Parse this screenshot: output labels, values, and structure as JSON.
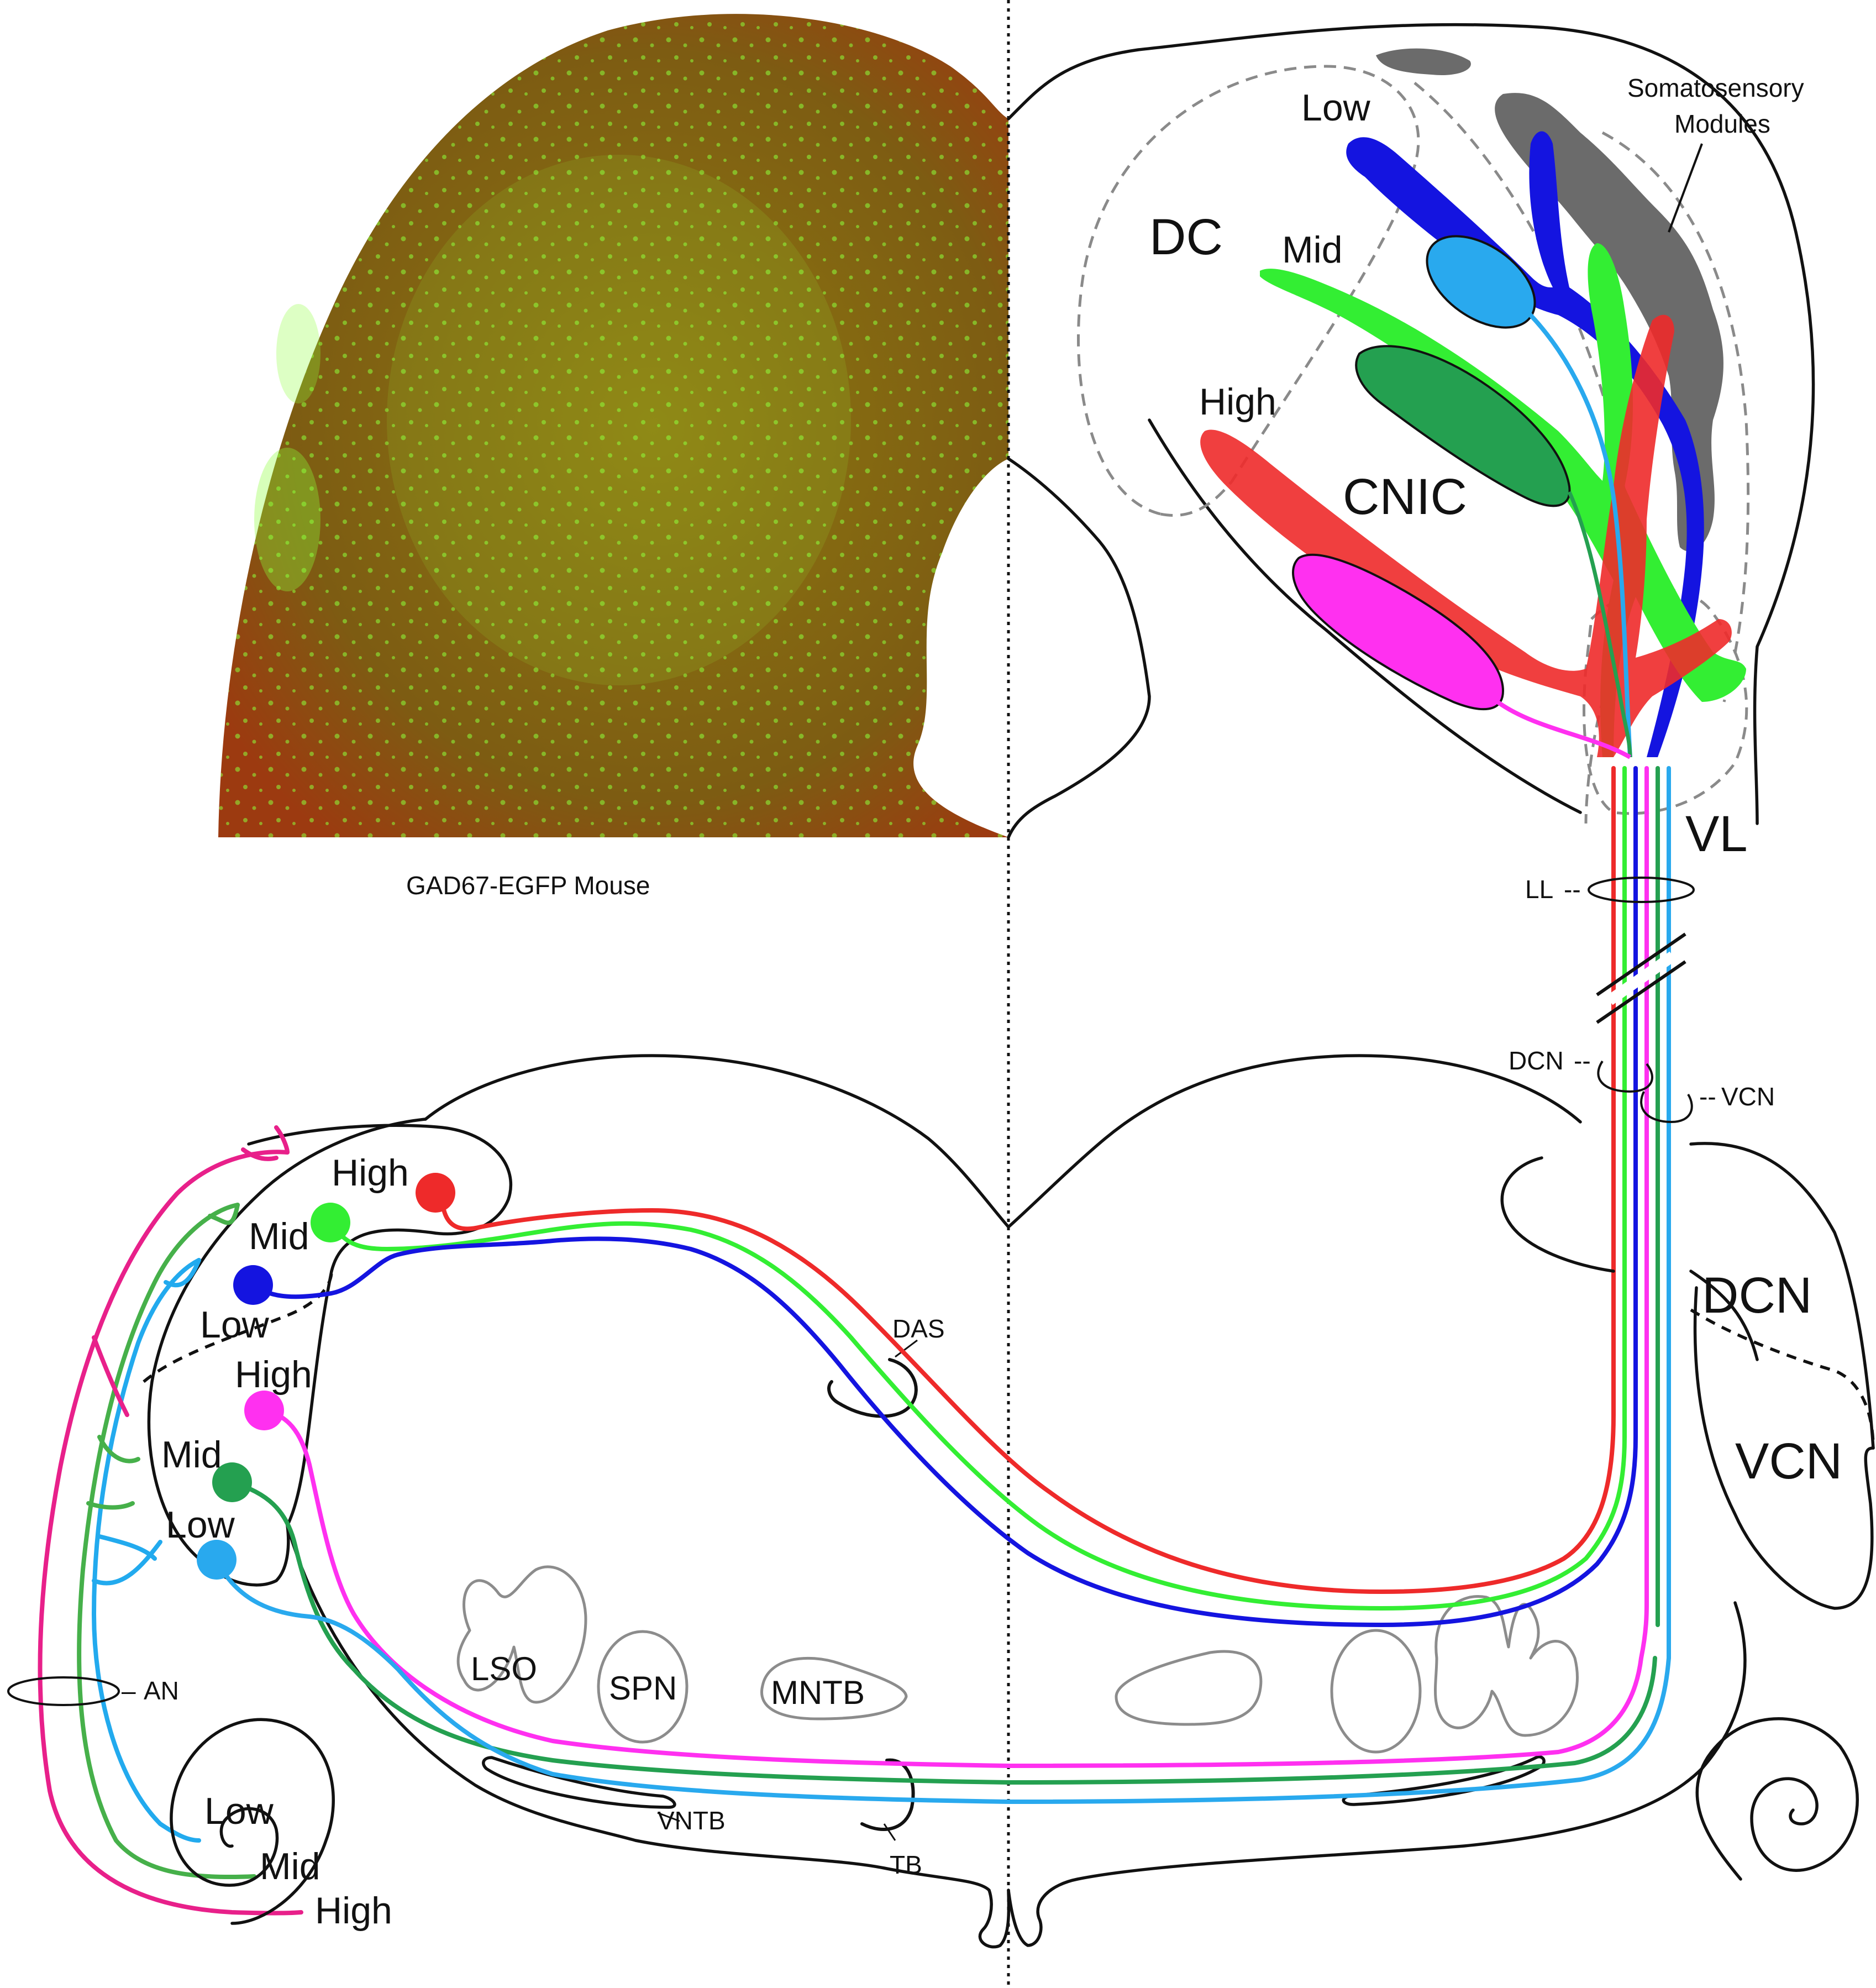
{
  "micrograph": {
    "caption": "GAD67-EGFP Mouse",
    "colors": {
      "tissue": "#8a6a12",
      "cells": "#7cff2a",
      "edge": "#c83a12"
    }
  },
  "ic": {
    "dc_label": "DC",
    "cnic_label": "CNIC",
    "vl_label": "VL",
    "somatosensory_label_line1": "Somatosensory",
    "somatosensory_label_line2": "Modules",
    "low_label": "Low",
    "mid_label": "Mid",
    "high_label": "High"
  },
  "tracts": {
    "ll": "LL",
    "dcn": "DCN",
    "vcn": "VCN",
    "das": "DAS",
    "tb": "TB",
    "vntb": "VNTB",
    "an": "AN"
  },
  "brainstem": {
    "dcn_label": "DCN",
    "vcn_label": "VCN",
    "lso": "LSO",
    "spn": "SPN",
    "mntb": "MNTB"
  },
  "cn": {
    "dcn_high": "High",
    "dcn_mid": "Mid",
    "dcn_low": "Low",
    "vcn_high": "High",
    "vcn_mid": "Mid",
    "vcn_low": "Low"
  },
  "cochlea": {
    "low": "Low",
    "mid": "Mid",
    "high": "High"
  },
  "colors": {
    "low_dcn": "#1414e0",
    "mid_dcn": "#33ee33",
    "high_dcn": "#ee2a2a",
    "high_vcn": "#ff30f0",
    "mid_vcn": "#1f9a4a",
    "low_vcn": "#22aaee",
    "an_high": "#e8208a",
    "an_mid": "#46b04a",
    "an_low": "#22aaee",
    "grey_module": "#6b6b6b"
  }
}
